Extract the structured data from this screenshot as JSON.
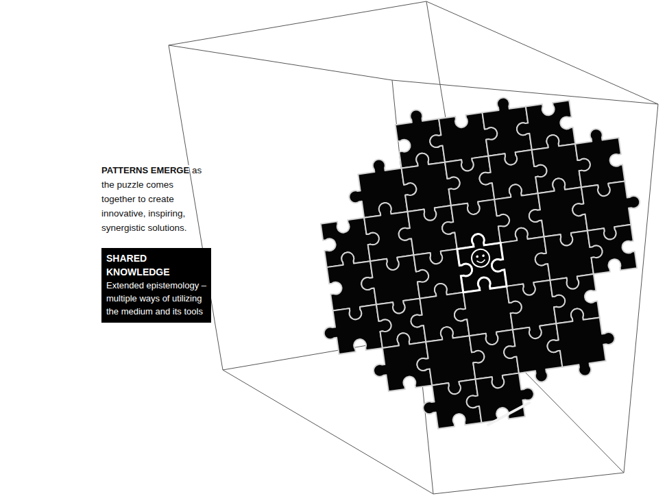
{
  "diagram": {
    "nodes": [
      {
        "text": [
          "SHARED KNOWLEDGE",
          "Extended epistemology – multiple ways of utilizing the medium and its tools"
        ]
      }
    ],
    "edges": [],
    "labels": [
      "PATTERNS EMERGE",
      "as the puzzle comes together to create innovative, inspiring, synergistic solutions."
    ]
  }
}
